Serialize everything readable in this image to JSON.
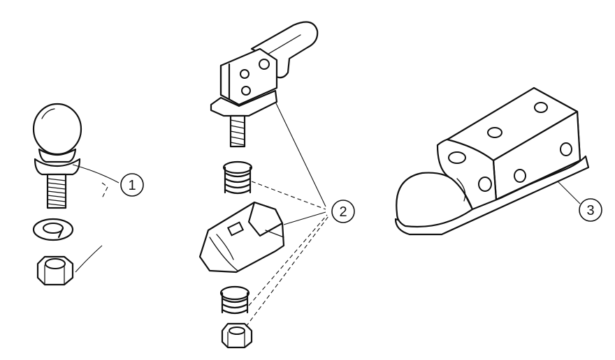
{
  "callouts": [
    {
      "id": "1",
      "label": "1"
    },
    {
      "id": "2",
      "label": "2"
    },
    {
      "id": "3",
      "label": "3"
    }
  ],
  "colors": {
    "line": "#111111",
    "background": "#ffffff"
  },
  "icons": [
    "hitch-ball-icon",
    "lock-washer-icon",
    "hex-nut-icon",
    "latch-lever-icon",
    "spring-icon",
    "coupler-body-icon"
  ]
}
